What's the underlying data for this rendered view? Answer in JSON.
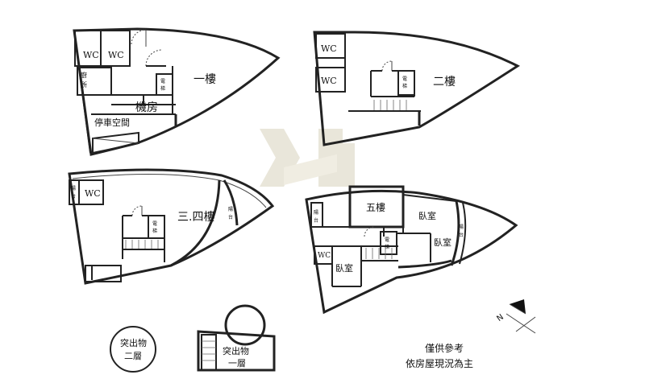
{
  "floors": {
    "f1": {
      "title": "一樓",
      "wc1": "WC",
      "wc2": "WC",
      "kitchen_a": "廚",
      "kitchen_b": "所",
      "elevator_a": "電",
      "elevator_b": "梯",
      "machine_room": "機房",
      "parking": "停車空間"
    },
    "f2": {
      "title": "二樓",
      "wc1": "WC",
      "wc2": "WC",
      "elevator_a": "電",
      "elevator_b": "梯"
    },
    "f34": {
      "title": "三.四樓",
      "balcony_left_a": "陽",
      "balcony_left_b": "台",
      "wc": "WC",
      "elevator_a": "電",
      "elevator_b": "梯",
      "balcony_right_a": "陽",
      "balcony_right_b": "台"
    },
    "f5": {
      "title": "五樓",
      "balcony_left_a": "陽",
      "balcony_left_b": "台",
      "wc": "WC",
      "bedroom_left": "臥室",
      "elevator_a": "電",
      "elevator_b": "梯",
      "bedroom_top": "臥室",
      "bedroom_right": "臥室",
      "balcony_right_a": "陽",
      "balcony_right_b": "台"
    }
  },
  "rooftop": {
    "level2": {
      "line1": "突出物",
      "line2": "二層"
    },
    "level1": {
      "line1": "突出物",
      "line2": "一層"
    }
  },
  "compass": {
    "label": "N"
  },
  "disclaimer": {
    "line1": "僅供參考",
    "line2": "依房屋現況為主"
  },
  "watermark": {
    "letter": "H",
    "color": "#d8d2bc"
  }
}
